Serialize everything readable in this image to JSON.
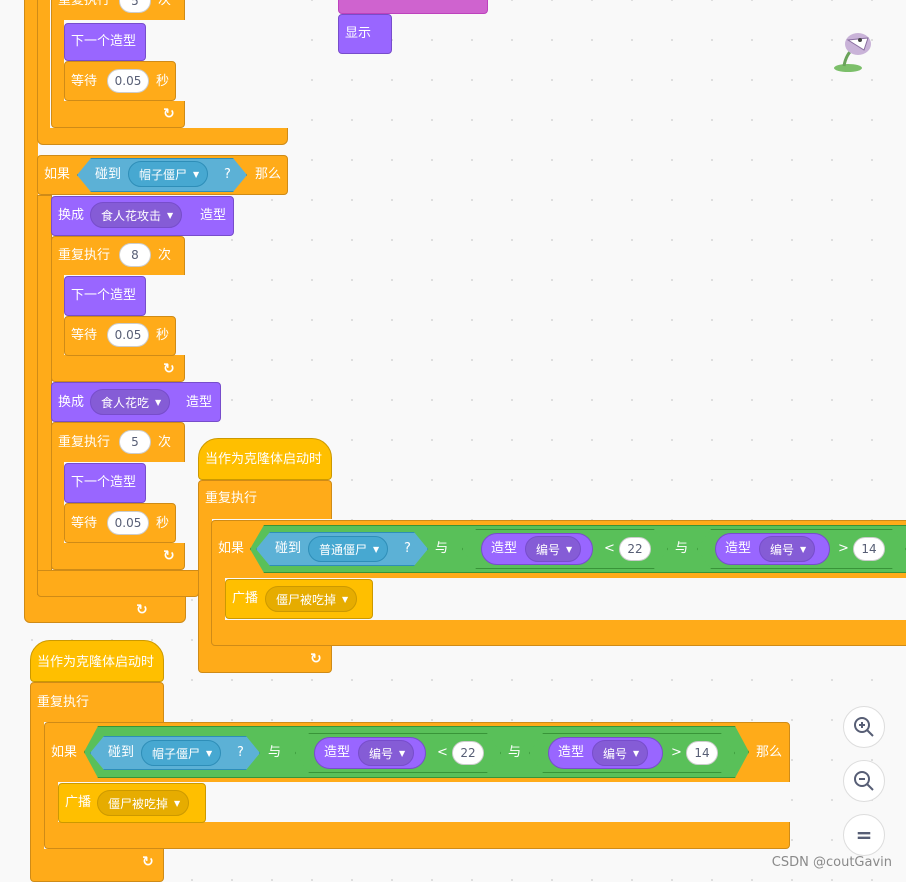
{
  "colors": {
    "control": "#FFAB19",
    "events": "#FFBF00",
    "looks": "#9966FF",
    "sensing": "#5CB1D6",
    "operators": "#59C059"
  },
  "labels": {
    "repeat": "重复执行",
    "times": "次",
    "next_costume": "下一个造型",
    "wait": "等待",
    "seconds": "秒",
    "if": "如果",
    "then": "那么",
    "touching": "碰到",
    "question": "?",
    "switch_to": "换成",
    "costume": "造型",
    "when_clone": "当作为克隆体启动时",
    "forever": "重复执行",
    "and": "与",
    "costume_reporter": "造型",
    "number_option": "编号",
    "lt": "<",
    "gt": ">",
    "broadcast": "广播",
    "show": "显示",
    "loop_arrow": "↻"
  },
  "values": {
    "repeat_5": "5",
    "wait_005": "0.05",
    "repeat_8": "8",
    "n22": "22",
    "n14": "14"
  },
  "menus": {
    "hat_zombie": "帽子僵尸",
    "normal_zombie": "普通僵尸",
    "flower_attack": "食人花攻击",
    "flower_eat": "食人花吃",
    "zombie_eaten": "僵尸被吃掉"
  },
  "icons": {
    "sprite": "piranha-plant-sprite-icon",
    "zoom_in": "zoom-in-icon",
    "zoom_out": "zoom-out-icon",
    "reset": "zoom-reset-icon"
  },
  "watermark": "CSDN @coutGavin"
}
